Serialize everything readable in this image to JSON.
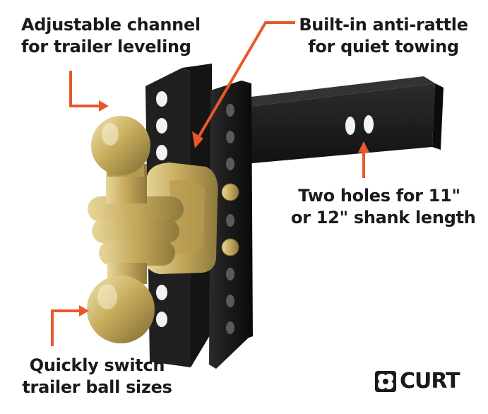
{
  "callouts": {
    "channel": {
      "line1": "Adjustable channel",
      "line2": "for trailer leveling"
    },
    "rattle": {
      "line1": "Built-in anti-rattle",
      "line2": "for quiet towing"
    },
    "holes": {
      "line1": "Two holes for 11\"",
      "line2": "or 12\" shank length"
    },
    "ball": {
      "line1": "Quickly switch",
      "line2": "trailer ball sizes"
    }
  },
  "brand": {
    "name": "CURT"
  },
  "colors": {
    "arrow": "#e8592a",
    "steel": "#1b1b1b",
    "brass": "#c9b066",
    "text": "#1a1a1a"
  }
}
